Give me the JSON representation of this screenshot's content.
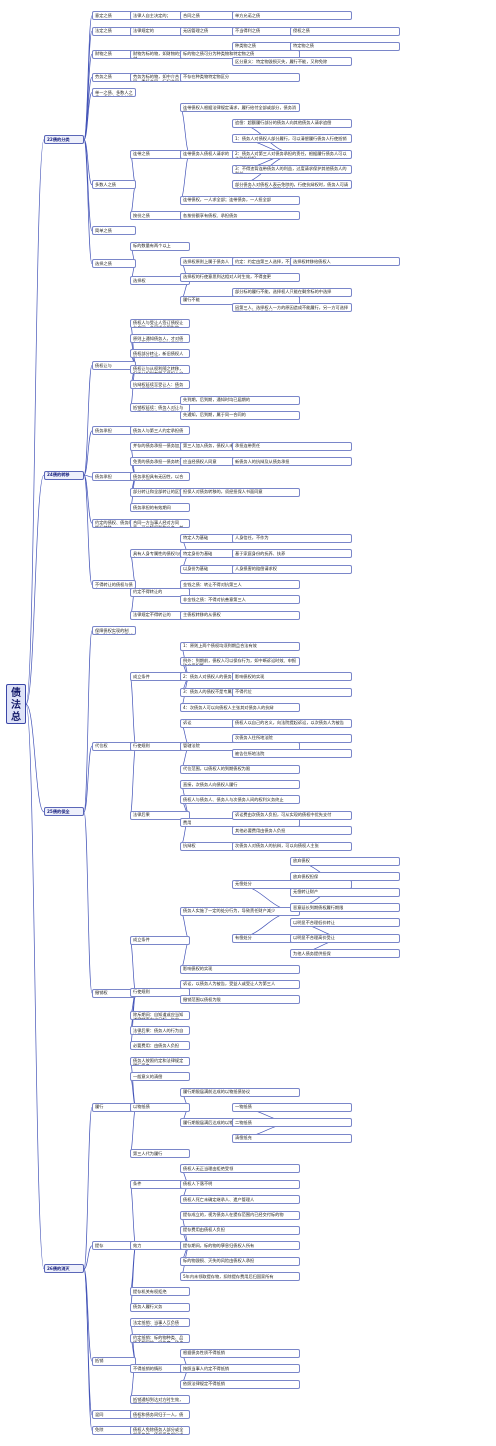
{
  "root": "债法总论",
  "nodes": [
    {
      "id": "s1",
      "parent": "root",
      "text": "22债的分类",
      "hdr": true
    },
    {
      "id": "s2",
      "parent": "root",
      "text": "24债的转移",
      "hdr": true
    },
    {
      "id": "s3",
      "parent": "root",
      "text": "25债的保全",
      "hdr": true
    },
    {
      "id": "s4",
      "parent": "root",
      "text": "26债的消灭",
      "hdr": true
    },
    {
      "id": "a1",
      "parent": "s1",
      "text": "意定之债"
    },
    {
      "id": "a1a",
      "parent": "a1",
      "text": "法律人自主决定的；"
    },
    {
      "id": "a1b",
      "parent": "a1a",
      "text": "合同之债"
    },
    {
      "id": "a1c",
      "parent": "a1b",
      "text": "单方允诺之债"
    },
    {
      "id": "a2",
      "parent": "s1",
      "text": "法定之债"
    },
    {
      "id": "a2a",
      "parent": "a2",
      "text": "法律规定的"
    },
    {
      "id": "a2b",
      "parent": "a2a",
      "text": "无因管理之债"
    },
    {
      "id": "a2c",
      "parent": "a2b",
      "text": "不当得利之债"
    },
    {
      "id": "a2d",
      "parent": "a2c",
      "text": "侵权之债"
    },
    {
      "id": "a3",
      "parent": "s1",
      "text": "财物之债"
    },
    {
      "id": "a3a",
      "parent": "a3",
      "text": "财物为标的物，如财物的交付"
    },
    {
      "id": "a3b",
      "parent": "a3a",
      "text": "标的物之债可分为种类物和特定物之债"
    },
    {
      "id": "a3c",
      "parent": "a3b",
      "text": "种类物之债"
    },
    {
      "id": "a3d",
      "parent": "a3c",
      "text": "特定物之债"
    },
    {
      "id": "a3e",
      "parent": "a3b",
      "text": "区分意义：特定物毁损灭失，履行不能，又称免除"
    },
    {
      "id": "a4",
      "parent": "s1",
      "text": "劳务之债"
    },
    {
      "id": "a4a",
      "parent": "a4",
      "text": "劳务为标的物，如中介合同、委托合同、行纪合同，"
    },
    {
      "id": "a4b",
      "parent": "a4a",
      "text": "不存在种类物特定物区分"
    },
    {
      "id": "a5",
      "parent": "s1",
      "text": "单一之债、多数人之债：多数人债的共同利益及对外规则"
    },
    {
      "id": "a6",
      "parent": "s1",
      "text": "多数人之债"
    },
    {
      "id": "a6a",
      "parent": "a6",
      "text": "连带之债"
    },
    {
      "id": "a6a1",
      "parent": "a6a",
      "text": "连带债权人根据法律规定请求，履行给付全部或部分，债务消灭"
    },
    {
      "id": "a6a2",
      "parent": "a6a",
      "text": "连带债务人债权人请求的"
    },
    {
      "id": "a6a21",
      "parent": "a6a2",
      "text": "追偿：超额履行部分的债务人向其他债务人请求追偿"
    },
    {
      "id": "a6a22",
      "parent": "a6a2",
      "text": "1：债务人对债权人部分履行，可以清偿履行债务人行使抵销"
    },
    {
      "id": "a6a23",
      "parent": "a6a2",
      "text": "2：债务人对第三人对债务承担的责任，根据履行债务人可以主张抗辩权"
    },
    {
      "id": "a6a24",
      "parent": "a6a2",
      "text": "3：不得违背连带债务人的利益，过度请求保护其他债务人的利益"
    },
    {
      "id": "a6a25",
      "parent": "a6a2",
      "text": "部分债务人对债权人表示免除的，行使抗辩权时，债务人可请求其他债务人在相应范围内免除"
    },
    {
      "id": "a6a3",
      "parent": "a6a",
      "text": "连带债权，一人求全部；连带债务，一人担全部"
    },
    {
      "id": "a6b",
      "parent": "a6",
      "text": "按份之债"
    },
    {
      "id": "a6b1",
      "parent": "a6b",
      "text": "各按份额享有债权、承担债务"
    },
    {
      "id": "a7",
      "parent": "s1",
      "text": "简单之债"
    },
    {
      "id": "a8",
      "parent": "s1",
      "text": "选择之债"
    },
    {
      "id": "a8a",
      "parent": "a8",
      "text": "标的数量有两个以上"
    },
    {
      "id": "a8b",
      "parent": "a8",
      "text": "选择权"
    },
    {
      "id": "a8b1",
      "parent": "a8b",
      "text": "选择权原则上属于债务人"
    },
    {
      "id": "a8b11",
      "parent": "a8b1",
      "text": "约定：约定由第三人选择，不选则转移给债务人"
    },
    {
      "id": "a8b12",
      "parent": "a8b11",
      "text": "选择权转移给债权人"
    },
    {
      "id": "a8b2",
      "parent": "a8b",
      "text": "选择权的行使意思到达相对人时生效，不得变更"
    },
    {
      "id": "a8b3",
      "parent": "a8b",
      "text": "履行不能"
    },
    {
      "id": "a8b31",
      "parent": "a8b3",
      "text": "部分标的履行不能，选择权人只能在剩余标的中选择"
    },
    {
      "id": "a8b32",
      "parent": "a8b3",
      "text": "因第三人、选择权人一方的原因造成不能履行，另一方可选择解除或主张违约责任"
    },
    {
      "id": "b1",
      "parent": "s2",
      "text": "债权让与"
    },
    {
      "id": "b1a",
      "parent": "b1",
      "text": "债权人与受让人签订债权让与合同，合同成立即生效，债权即转移"
    },
    {
      "id": "b1b",
      "parent": "b1",
      "text": "原则上通知债务人，才对债务人生效，一旦到达后即发生让与效力"
    },
    {
      "id": "b1c",
      "parent": "b1",
      "text": "债权部分转让，新旧债权人形成按份债权"
    },
    {
      "id": "b1d",
      "parent": "b1",
      "text": "债权让与从权利随之转移，但该从权利专属于债权人自身的除外"
    },
    {
      "id": "b1e",
      "parent": "b1",
      "text": "抗辩权延续至受让人：债务人对原债权人的抗辩，可以向受让人主张"
    },
    {
      "id": "b1f",
      "parent": "b1",
      "text": "抵销权延续：债务人对让与人享有债权的，可向受让人主张抵销"
    },
    {
      "id": "b1f1",
      "parent": "b1f",
      "text": "先到期，后到期，通知时均已届期的"
    },
    {
      "id": "b1f2",
      "parent": "b1f",
      "text": "先通知，后到期，属于同一合同的"
    },
    {
      "id": "b2",
      "parent": "s2",
      "text": "债务承担"
    },
    {
      "id": "b2a",
      "parent": "b2",
      "text": "债务人与第三人约定承担债务"
    },
    {
      "id": "b3",
      "parent": "s2",
      "text": "债务承担"
    },
    {
      "id": "b3a",
      "parent": "b3",
      "text": "并存的债务承担—债务加入"
    },
    {
      "id": "b3a1",
      "parent": "b3a",
      "text": "第三人加入债务，债权人未在合理期限内明确拒绝的"
    },
    {
      "id": "b3a2",
      "parent": "b3a1",
      "text": "承担连带责任"
    },
    {
      "id": "b3b",
      "parent": "b3",
      "text": "免责的债务承担—债务转让"
    },
    {
      "id": "b3b1",
      "parent": "b3b",
      "text": "应当经债权人同意"
    },
    {
      "id": "b3b2",
      "parent": "b3b1",
      "text": "新债务人的抗辩及从债务承担"
    },
    {
      "id": "b3c",
      "parent": "b3",
      "text": "债务承担具有无因性，以合同为前提"
    },
    {
      "id": "b3d",
      "parent": "b3",
      "text": "部分转让和全部转让的区别"
    },
    {
      "id": "b3d1",
      "parent": "b3d",
      "text": "担保人对债务转移的，须经担保人书面同意"
    },
    {
      "id": "b3e",
      "parent": "b3",
      "text": "债务承担的有效期间"
    },
    {
      "id": "b4",
      "parent": "s2",
      "text": "约定的债权、债务的概括转移"
    },
    {
      "id": "b4a",
      "parent": "b4",
      "text": "合同一方当事人经对方同意，可以将权利和义务一并转让给第三人"
    },
    {
      "id": "b5",
      "parent": "s2",
      "text": "不得转让的债权与债务"
    },
    {
      "id": "b5a",
      "parent": "b5",
      "text": "具有人身专属性的债权与债务"
    },
    {
      "id": "b5a1",
      "parent": "b5a",
      "text": "特定人为基础"
    },
    {
      "id": "b5a2",
      "parent": "b5a1",
      "text": "人身信任，不作为"
    },
    {
      "id": "b5a3",
      "parent": "b5a",
      "text": "特定身份为基础"
    },
    {
      "id": "b5a4",
      "parent": "b5a3",
      "text": "基于家庭身份的抚养、扶养"
    },
    {
      "id": "b5a5",
      "parent": "b5a",
      "text": "以身份为基础"
    },
    {
      "id": "b5a6",
      "parent": "b5a5",
      "text": "人身损害的赔偿请求权"
    },
    {
      "id": "b5b",
      "parent": "b5",
      "text": "约定不得转让的"
    },
    {
      "id": "b5b1",
      "parent": "b5b",
      "text": "金钱之债：转让不得对抗第三人"
    },
    {
      "id": "b5b2",
      "parent": "b5b",
      "text": "非金钱之债：不得对抗善意第三人"
    },
    {
      "id": "b5c",
      "parent": "b5",
      "text": "法律规定不得转让的"
    },
    {
      "id": "b5c1",
      "parent": "b5c",
      "text": "主债权转移的从债权"
    },
    {
      "id": "c0",
      "parent": "s3",
      "text": "保障债权实现的制度，防止债务人责任财产不当减少"
    },
    {
      "id": "c1",
      "parent": "s3",
      "text": "代位权"
    },
    {
      "id": "c1a",
      "parent": "c1",
      "text": "成立条件"
    },
    {
      "id": "c1a1",
      "parent": "c1a",
      "text": "1：原则上两个债权均须到期且合法有效"
    },
    {
      "id": "c1a2",
      "parent": "c1a",
      "text": "例外：到期前，债权人可以保存行为，如中断诉讼时效、申报破产债权等"
    },
    {
      "id": "c1a3",
      "parent": "c1a",
      "text": "2：债务人对债权人的债务到期，且怠于行使到期债权"
    },
    {
      "id": "c1a4",
      "parent": "c1a3",
      "text": "影响债权的实现"
    },
    {
      "id": "c1a5",
      "parent": "c1a",
      "text": "3：债务人的债权不是专属于债务人自身的权利"
    },
    {
      "id": "c1a6",
      "parent": "c1a5",
      "text": "不得代位"
    },
    {
      "id": "c1a7",
      "parent": "c1a",
      "text": "4：次债务人可以向债权人主张其对债务人的抗辩"
    },
    {
      "id": "c1b",
      "parent": "c1",
      "text": "行使规则"
    },
    {
      "id": "c1b1",
      "parent": "c1b",
      "text": "诉讼"
    },
    {
      "id": "c1b2",
      "parent": "c1b1",
      "text": "债权人以自己的名义，向法院提起诉讼，以次债务人为被告"
    },
    {
      "id": "c1b3",
      "parent": "c1b",
      "text": "管辖法院"
    },
    {
      "id": "c1b4",
      "parent": "c1b3",
      "text": "次债务人住所地法院"
    },
    {
      "id": "c1b5",
      "parent": "c1b3",
      "text": "被告住所地法院"
    },
    {
      "id": "c1b6",
      "parent": "c1b",
      "text": "代位范围，以债权人的到期债权为限"
    },
    {
      "id": "c1c",
      "parent": "c1",
      "text": "法律后果"
    },
    {
      "id": "c1c1",
      "parent": "c1c",
      "text": "直接，次债务人向债权人履行"
    },
    {
      "id": "c1c2",
      "parent": "c1c",
      "text": "债权人与债务人、债务人与次债务人间的权利义务终止"
    },
    {
      "id": "c1c3",
      "parent": "c1c",
      "text": "费用"
    },
    {
      "id": "c1c4",
      "parent": "c1c3",
      "text": "诉讼费由次债务人负担，可从实现的债权中优先支付"
    },
    {
      "id": "c1c5",
      "parent": "c1c3",
      "text": "其他必要费用由债务人负担"
    },
    {
      "id": "c1c6",
      "parent": "c1c",
      "text": "抗辩权"
    },
    {
      "id": "c1c7",
      "parent": "c1c6",
      "text": "次债务人对债务人的抗辩，可以向债权人主张"
    },
    {
      "id": "c2",
      "parent": "s3",
      "text": "撤销权"
    },
    {
      "id": "c2a",
      "parent": "c2",
      "text": "成立条件"
    },
    {
      "id": "c2a1",
      "parent": "c2a",
      "text": "债务人实施了一定的处分行为，导致责任财产减少"
    },
    {
      "id": "c2a2",
      "parent": "c2a1",
      "text": "无偿处分"
    },
    {
      "id": "c2a3",
      "parent": "c2a2",
      "text": "放弃债权"
    },
    {
      "id": "c2a4",
      "parent": "c2a2",
      "text": "放弃债权担保"
    },
    {
      "id": "c2a5",
      "parent": "c2a2",
      "text": "无偿转让财产"
    },
    {
      "id": "c2a6",
      "parent": "c2a2",
      "text": "恶意延长到期债权履行期限"
    },
    {
      "id": "c2a7",
      "parent": "c2a1",
      "text": "有偿处分"
    },
    {
      "id": "c2a8",
      "parent": "c2a7",
      "text": "以明显不合理低价转让"
    },
    {
      "id": "c2a9",
      "parent": "c2a7",
      "text": "以明显不合理高价受让"
    },
    {
      "id": "c2a10",
      "parent": "c2a7",
      "text": "为他人债务提供担保"
    },
    {
      "id": "c2a11",
      "parent": "c2a",
      "text": "影响债权的实现"
    },
    {
      "id": "c2b",
      "parent": "c2",
      "text": "行使规则"
    },
    {
      "id": "c2b1",
      "parent": "c2b",
      "text": "诉讼，以债务人为被告，受益人或受让人为第三人"
    },
    {
      "id": "c2b2",
      "parent": "c2b",
      "text": "撤销范围以债权为限"
    },
    {
      "id": "c2c",
      "parent": "c2",
      "text": "除斥期间：自知道或应当知道撤销事由之日起一年内，自行为发生之日起五年内"
    },
    {
      "id": "c2d",
      "parent": "c2",
      "text": "法律后果：债务人的行为自始无效"
    },
    {
      "id": "c2e",
      "parent": "c2",
      "text": "必要费用：由债务人负担"
    },
    {
      "id": "d1",
      "parent": "s4",
      "text": "履行"
    },
    {
      "id": "d1a",
      "parent": "d1",
      "text": "债务人按照约定和法律规定履行债务"
    },
    {
      "id": "d1b",
      "parent": "d1",
      "text": "一般意义的清偿"
    },
    {
      "id": "d1c",
      "parent": "d1",
      "text": "以物抵债"
    },
    {
      "id": "d1c1",
      "parent": "d1c",
      "text": "履行期限届满前达成的以物抵债协议"
    },
    {
      "id": "d1c2",
      "parent": "d1c",
      "text": "履行期限届满后达成的以物抵债协议"
    },
    {
      "id": "d1c3",
      "parent": "d1c2",
      "text": "一物抵债"
    },
    {
      "id": "d1c4",
      "parent": "d1c2",
      "text": "二物抵债"
    },
    {
      "id": "d1c5",
      "parent": "d1c2",
      "text": "清偿抵充"
    },
    {
      "id": "d1d",
      "parent": "d1",
      "text": "第三人代为履行"
    },
    {
      "id": "d2",
      "parent": "s4",
      "text": "提存"
    },
    {
      "id": "d2a",
      "parent": "d2",
      "text": "条件"
    },
    {
      "id": "d2a1",
      "parent": "d2a",
      "text": "债权人无正当理由拒绝受领"
    },
    {
      "id": "d2a2",
      "parent": "d2a",
      "text": "债权人下落不明"
    },
    {
      "id": "d2a3",
      "parent": "d2a",
      "text": "债权人死亡未确定继承人、遗产管理人"
    },
    {
      "id": "d2b",
      "parent": "d2",
      "text": "效力"
    },
    {
      "id": "d2b1",
      "parent": "d2b",
      "text": "提存成立的，视为债务人在提存范围内已经交付标的物"
    },
    {
      "id": "d2b2",
      "parent": "d2b",
      "text": "提存费用由债权人负担"
    },
    {
      "id": "d2b3",
      "parent": "d2b",
      "text": "提存期间，标的物的孳息归债权人所有"
    },
    {
      "id": "d2b4",
      "parent": "d2b",
      "text": "标的物毁损、灭失的风险由债权人承担"
    },
    {
      "id": "d2b5",
      "parent": "d2b",
      "text": "5年内未领取提存物，扣除提存费用后归国家所有"
    },
    {
      "id": "d2c",
      "parent": "d2",
      "text": "提存机关有权拒绝"
    },
    {
      "id": "d2d",
      "parent": "d2",
      "text": "债务人履行义务"
    },
    {
      "id": "d3",
      "parent": "s4",
      "text": "抵销"
    },
    {
      "id": "d3a",
      "parent": "d3",
      "text": "法定抵销：当事人互负债务，该债务的标的物种类、品质相同"
    },
    {
      "id": "d3b",
      "parent": "d3",
      "text": "约定抵销：标的物种类、品质不相同的，经协商一致也可以抵销"
    },
    {
      "id": "d3c",
      "parent": "d3",
      "text": "不得抵销的情形"
    },
    {
      "id": "d3c1",
      "parent": "d3c",
      "text": "根据债务性质不得抵销"
    },
    {
      "id": "d3c2",
      "parent": "d3c",
      "text": "按照当事人约定不得抵销"
    },
    {
      "id": "d3c3",
      "parent": "d3c",
      "text": "依照法律规定不得抵销"
    },
    {
      "id": "d3d",
      "parent": "d3",
      "text": "抵销通知到达对方时生效，不得附条件或附期限"
    },
    {
      "id": "d4",
      "parent": "s4",
      "text": "混同"
    },
    {
      "id": "d4a",
      "parent": "d4",
      "text": "债权和债务同归于一人，债权债务终止"
    },
    {
      "id": "d5",
      "parent": "s4",
      "text": "免除"
    },
    {
      "id": "d5a",
      "parent": "d5",
      "text": "债权人免除债务人部分或全部债务的，债权债务部分或全部终止"
    }
  ]
}
